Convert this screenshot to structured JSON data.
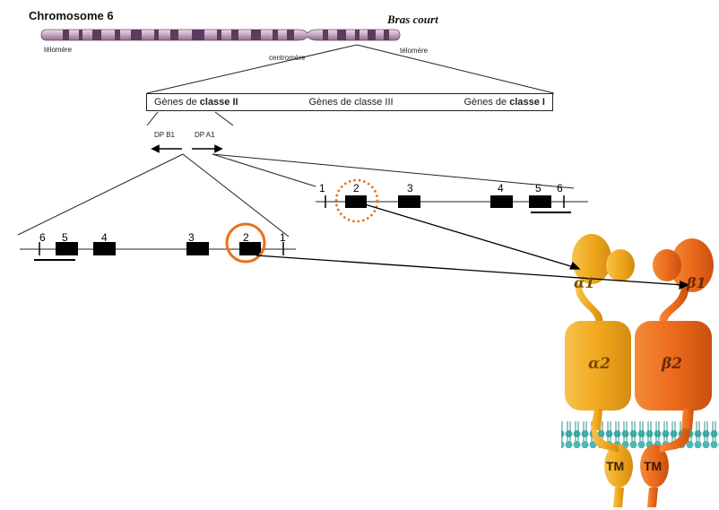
{
  "title": "Chromosome 6",
  "arm_label": "Bras court",
  "telomere_left": "télomère",
  "centromere": "centromère",
  "telomere_right": "télomère",
  "gene_classes": {
    "class2_prefix": "Gènes de ",
    "class2_bold": "classe II",
    "class3": "Gènes de classe III",
    "class1_prefix": "Gènes de ",
    "class1_bold": "classe I"
  },
  "genes": {
    "dpb1": "DP B1",
    "dpa1": "DP A1"
  },
  "dpa1_exons": [
    "1",
    "2",
    "3",
    "4",
    "5",
    "6"
  ],
  "dpb1_exons": [
    "6",
    "5",
    "4",
    "3",
    "2",
    "1"
  ],
  "protein": {
    "alpha1": "α1",
    "beta1": "β1",
    "alpha2": "α2",
    "beta2": "β2",
    "tm_left": "TM",
    "tm_right": "TM"
  },
  "colors": {
    "chromosome_light": "#c6adc3",
    "chromosome_band": "#5e3a5f",
    "circle": "#e8731c",
    "alpha_chain": "#f0a81e",
    "beta_chain": "#ec6a1c",
    "membrane": "#3aa6a0"
  }
}
